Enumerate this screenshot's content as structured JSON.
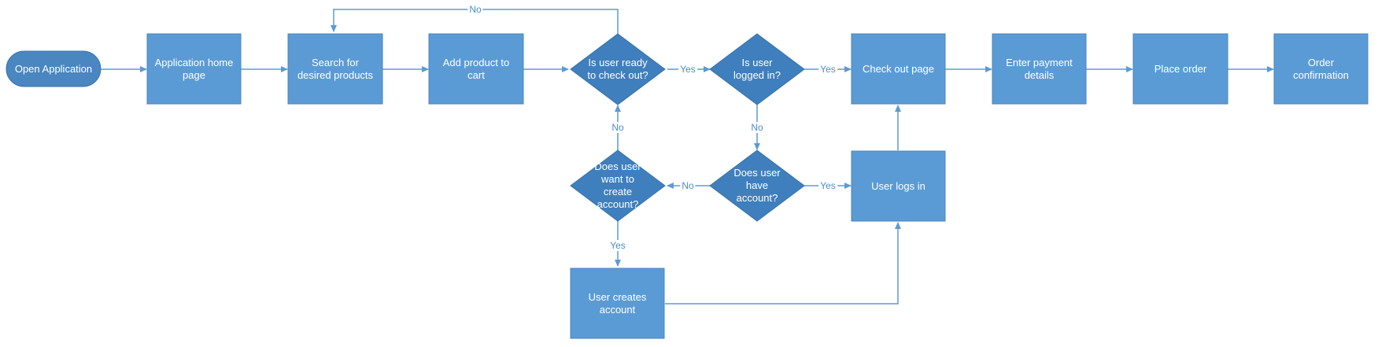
{
  "colors": {
    "process_fill": "#5b9bd5",
    "process_stroke": "#4a86bf",
    "decision_fill": "#3f7fbd",
    "terminator_fill": "#4a86bf",
    "connector": "#5b9bd5",
    "label_text": "#4a8ec9",
    "node_text": "#ffffff"
  },
  "nodes": {
    "open_application": "Open Application",
    "home_page": "Application home page",
    "search_products": "Search for desired products",
    "add_to_cart": "Add product to cart",
    "ready_to_checkout": "Is user ready to check out?",
    "logged_in": "Is user logged in?",
    "checkout_page": "Check out page",
    "enter_payment": "Enter payment details",
    "place_order": "Place order",
    "order_confirmation": "Order confirmation",
    "want_create_account": "Does user want to create account?",
    "have_account": "Does user have account?",
    "user_logs_in": "User logs in",
    "user_creates_account": "User creates account"
  },
  "edge_labels": {
    "not_ready_loop": "No",
    "ready_yes": "Yes",
    "logged_in_yes": "Yes",
    "logged_in_no": "No",
    "have_account_yes": "Yes",
    "have_account_no": "No",
    "want_create_no": "No",
    "want_create_yes": "Yes"
  }
}
